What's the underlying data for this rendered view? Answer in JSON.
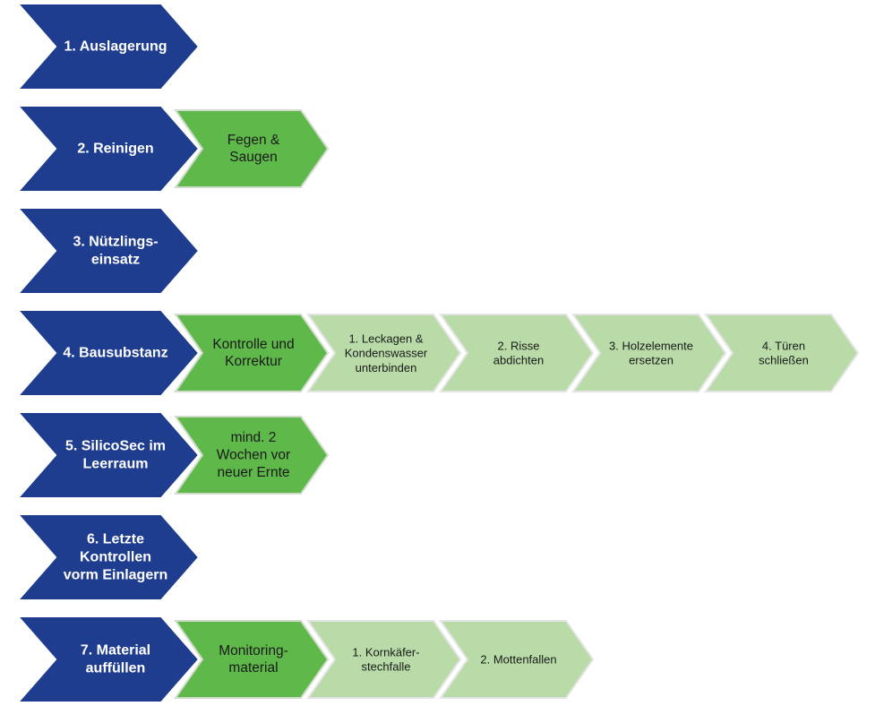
{
  "colors": {
    "step": "#1f3d8f",
    "step_border": "#ffffff",
    "primary_action": "#5eb84a",
    "primary_action_border": "#d0dbca",
    "substep": "#b8dba8",
    "substep_border": "#e4e4e4",
    "step_text": "#ffffff",
    "action_text": "#1a1a1a"
  },
  "rows": [
    {
      "step": [
        "1. Auslagerung"
      ],
      "primary": null,
      "substeps": []
    },
    {
      "step": [
        "2. Reinigen"
      ],
      "primary": [
        "Fegen &",
        "Saugen"
      ],
      "substeps": []
    },
    {
      "step": [
        "3. Nützlings-",
        "einsatz"
      ],
      "primary": null,
      "substeps": []
    },
    {
      "step": [
        "4. Bausubstanz"
      ],
      "primary": [
        "Kontrolle und",
        "Korrektur"
      ],
      "substeps": [
        [
          "1. Leckagen &",
          "Kondenswasser",
          "unterbinden"
        ],
        [
          "2. Risse",
          "abdichten"
        ],
        [
          "3. Holzelemente",
          "ersetzen"
        ],
        [
          "4. Türen",
          "schließen"
        ]
      ]
    },
    {
      "step": [
        "5. SilicoSec im",
        "Leerraum"
      ],
      "primary": [
        "mind. 2",
        "Wochen vor",
        "neuer Ernte"
      ],
      "substeps": []
    },
    {
      "step": [
        "6. Letzte",
        "Kontrollen",
        "vorm Einlagern"
      ],
      "primary": null,
      "substeps": []
    },
    {
      "step": [
        "7. Material",
        "auffüllen"
      ],
      "primary": [
        "Monitoring-",
        "material"
      ],
      "substeps": [
        [
          "1. Kornkäfer-",
          "stechfalle"
        ],
        [
          "2. Mottenfallen"
        ]
      ]
    }
  ]
}
